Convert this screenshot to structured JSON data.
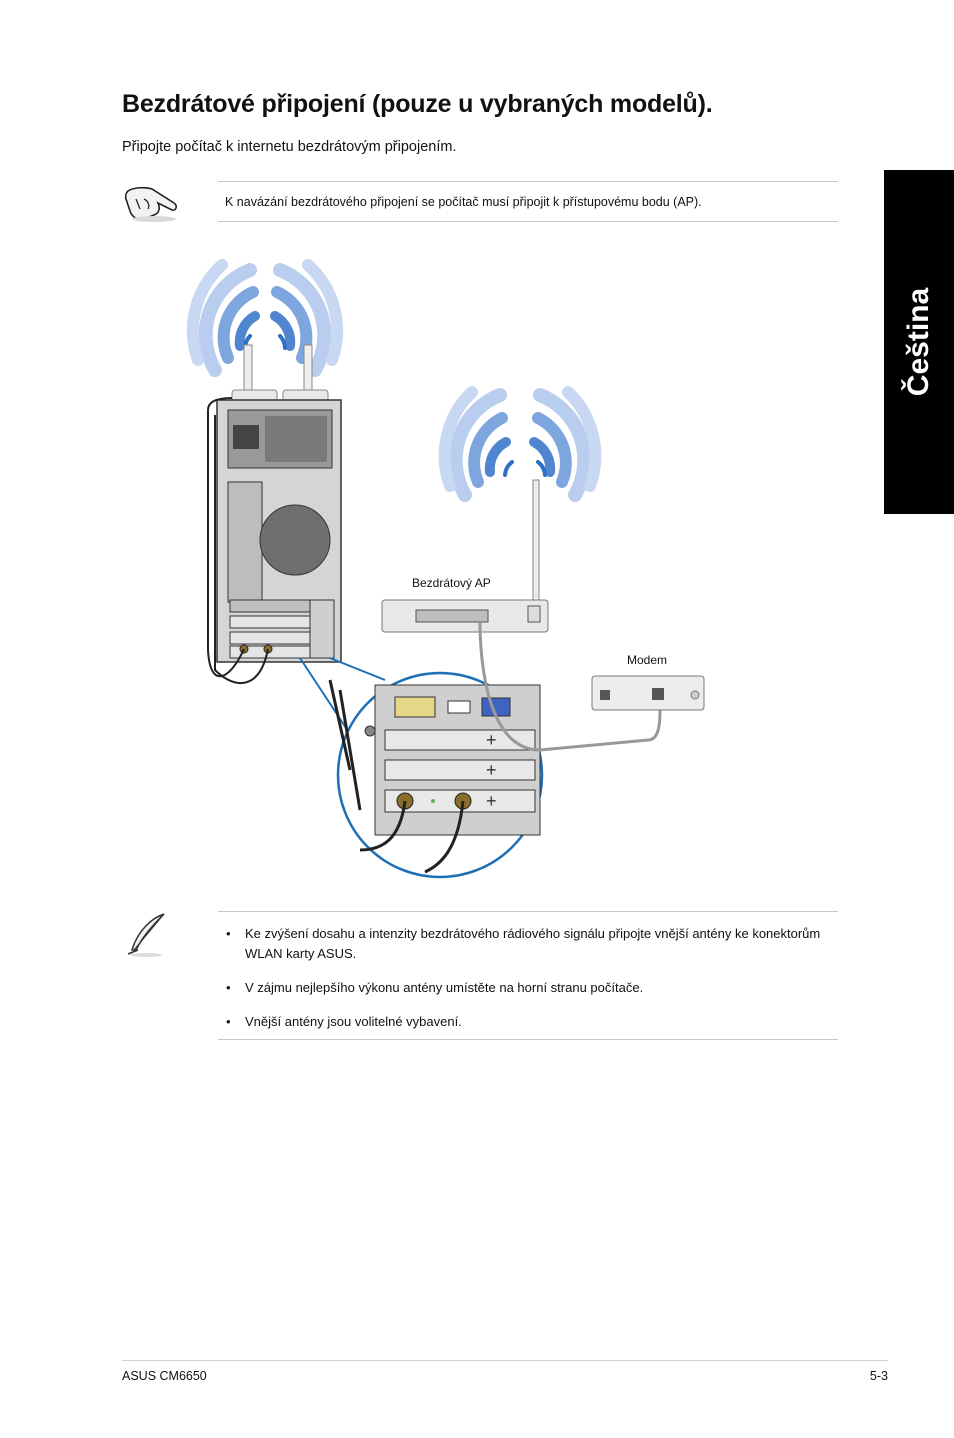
{
  "heading": "Bezdrátové připojení (pouze u vybraných modelů).",
  "intro": "Připojte počítač k internetu bezdrátovým připojením.",
  "notice": "K navázání bezdrátového připojení se počítač musí připojit k přístupovému bodu (AP).",
  "side_tab": "Čeština",
  "diagram": {
    "ap_label": "Bezdrátový AP",
    "modem_label": "Modem",
    "accent_color": "#1e6fb5",
    "wave_color": "#6f9ad6"
  },
  "icons": {
    "notice": "pointing-hand-icon",
    "notes": "quill-feather-icon"
  },
  "notes": [
    "Ke zvýšení dosahu a intenzity bezdrátového rádiového signálu připojte vnější antény ke konektorům WLAN karty ASUS.",
    "V zájmu nejlepšího výkonu antény umístěte na horní stranu počítače.",
    "Vnější antény jsou volitelné vybavení."
  ],
  "footer": {
    "model": "ASUS CM6650",
    "page": "5-3"
  }
}
